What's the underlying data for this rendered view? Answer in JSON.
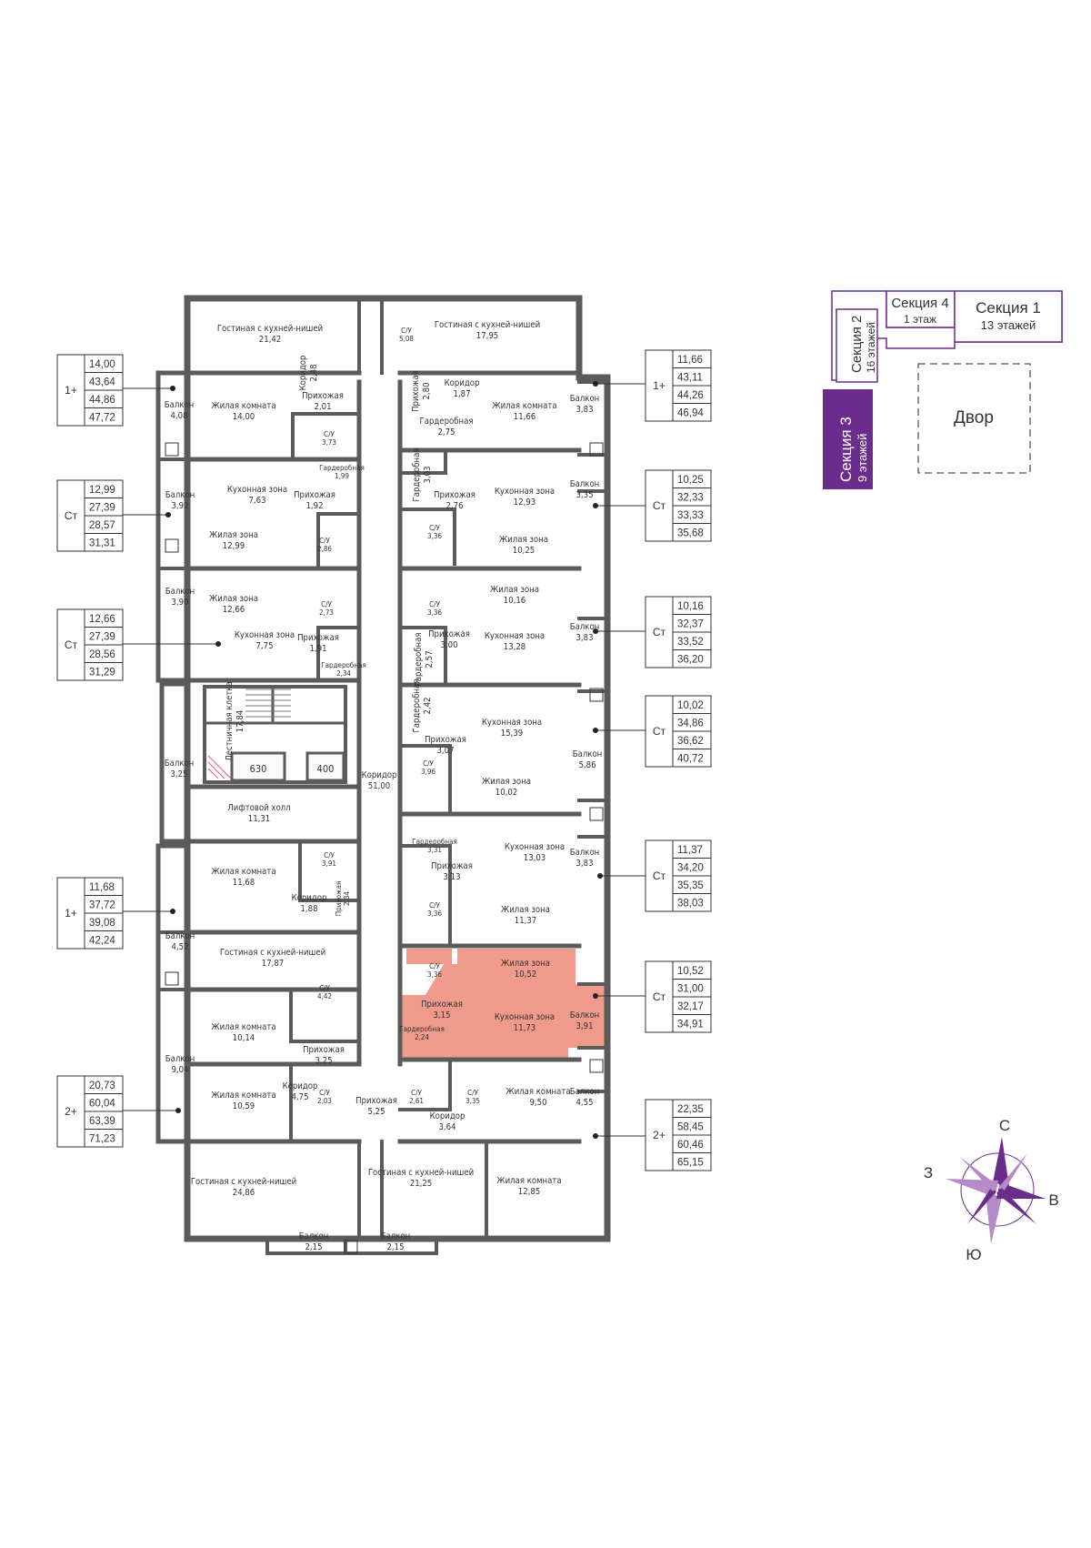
{
  "colors": {
    "wall": "#5b5b5b",
    "highlight": "#ef9a8a",
    "accent": "#6b2d8c",
    "line": "#333333"
  },
  "rooms": [
    {
      "id": "r1",
      "name": "Гостиная с кухней-нишей",
      "area": "21,42"
    },
    {
      "id": "r2",
      "name": "Гостиная с кухней-нишей",
      "area": "17,95"
    },
    {
      "id": "r3",
      "name": "С/У",
      "area": "5,08"
    },
    {
      "id": "r4",
      "name": "Коридор",
      "area": "2,48"
    },
    {
      "id": "r5",
      "name": "Прихожая",
      "area": "2,01"
    },
    {
      "id": "r6",
      "name": "Прихожая",
      "area": "2,80"
    },
    {
      "id": "r7",
      "name": "Коридор",
      "area": "1,87"
    },
    {
      "id": "r8",
      "name": "Гардеробная",
      "area": "2,75"
    },
    {
      "id": "r9",
      "name": "Балкон",
      "area": "4,08"
    },
    {
      "id": "r10",
      "name": "Жилая комната",
      "area": "14,00"
    },
    {
      "id": "r11",
      "name": "С/У",
      "area": "3,73"
    },
    {
      "id": "r12",
      "name": "Жилая комната",
      "area": "11,66"
    },
    {
      "id": "r13",
      "name": "Балкон",
      "area": "3,83"
    },
    {
      "id": "r14",
      "name": "Гардеробная",
      "area": "1,99"
    },
    {
      "id": "r15",
      "name": "Кухонная зона",
      "area": "7,63"
    },
    {
      "id": "r16",
      "name": "Гардеробная",
      "area": "3,03"
    },
    {
      "id": "r17",
      "name": "Прихожая",
      "area": "2,76"
    },
    {
      "id": "r18",
      "name": "Кухонная зона",
      "area": "12,93"
    },
    {
      "id": "r19",
      "name": "Балкон",
      "area": "3,35"
    },
    {
      "id": "r20",
      "name": "Балкон",
      "area": "3,92"
    },
    {
      "id": "r21",
      "name": "Прихожая",
      "area": "1,92"
    },
    {
      "id": "r22",
      "name": "Жилая зона",
      "area": "12,99"
    },
    {
      "id": "r23",
      "name": "С/У",
      "area": "2,86"
    },
    {
      "id": "r24",
      "name": "С/У",
      "area": "3,36"
    },
    {
      "id": "r25",
      "name": "Жилая зона",
      "area": "10,25"
    },
    {
      "id": "r26",
      "name": "Балкон",
      "area": "3,90"
    },
    {
      "id": "r27",
      "name": "Жилая зона",
      "area": "12,66"
    },
    {
      "id": "r28",
      "name": "С/У",
      "area": "2,73"
    },
    {
      "id": "r29",
      "name": "С/У",
      "area": "3,36"
    },
    {
      "id": "r30",
      "name": "Жилая зона",
      "area": "10,16"
    },
    {
      "id": "r31",
      "name": "Кухонная зона",
      "area": "7,75"
    },
    {
      "id": "r32",
      "name": "Прихожая",
      "area": "1,91"
    },
    {
      "id": "r33",
      "name": "Гардеробная",
      "area": "2,34"
    },
    {
      "id": "r34",
      "name": "Прихожая",
      "area": "3,00"
    },
    {
      "id": "r35",
      "name": "Гардеробная",
      "area": "2,57"
    },
    {
      "id": "r36",
      "name": "Кухонная зона",
      "area": "13,28"
    },
    {
      "id": "r37",
      "name": "Балкон",
      "area": "3,83"
    },
    {
      "id": "r38",
      "name": "Лестничная клетка",
      "area": "17,84"
    },
    {
      "id": "r39",
      "name": "Гардеробная",
      "area": "2,42"
    },
    {
      "id": "r40",
      "name": "Кухонная зона",
      "area": "15,39"
    },
    {
      "id": "r41",
      "name": "Балкон",
      "area": "3,25"
    },
    {
      "id": "r42",
      "name": "Прихожая",
      "area": "3,07"
    },
    {
      "id": "r43",
      "name": "Балкон",
      "area": "5,86"
    },
    {
      "id": "r44",
      "name": "Коридор",
      "area": "51,00"
    },
    {
      "id": "r45",
      "name": "С/У",
      "area": "3,96"
    },
    {
      "id": "r46",
      "name": "Жилая зона",
      "area": "10,02"
    },
    {
      "id": "r47",
      "name": "Лифтовой холл",
      "area": "11,31"
    },
    {
      "id": "r48",
      "name": "Гардеробная",
      "area": "3,31"
    },
    {
      "id": "r49",
      "name": "Кухонная зона",
      "area": "13,03"
    },
    {
      "id": "r50",
      "name": "Балкон",
      "area": "3,83"
    },
    {
      "id": "r51",
      "name": "Жилая комната",
      "area": "11,68"
    },
    {
      "id": "r52",
      "name": "С/У",
      "area": "3,91"
    },
    {
      "id": "r53",
      "name": "Прихожая",
      "area": "3,13"
    },
    {
      "id": "r54",
      "name": "Коридор",
      "area": "1,88"
    },
    {
      "id": "r55",
      "name": "Прихожая",
      "area": "2,34"
    },
    {
      "id": "r56",
      "name": "С/У",
      "area": "3,36"
    },
    {
      "id": "r57",
      "name": "Жилая зона",
      "area": "11,37"
    },
    {
      "id": "r58",
      "name": "Балкон",
      "area": "4,52"
    },
    {
      "id": "r59",
      "name": "Гостиная с кухней-нишей",
      "area": "17,87"
    },
    {
      "id": "r60",
      "name": "Жилая зона",
      "area": "10,52"
    },
    {
      "id": "r61",
      "name": "С/У",
      "area": "3,36"
    },
    {
      "id": "r62",
      "name": "Прихожая",
      "area": "3,15"
    },
    {
      "id": "r63",
      "name": "Кухонная зона",
      "area": "11,73"
    },
    {
      "id": "r64",
      "name": "Балкон",
      "area": "3,91"
    },
    {
      "id": "r65",
      "name": "Гардеробная",
      "area": "2,24"
    },
    {
      "id": "r66",
      "name": "С/У",
      "area": "4,42"
    },
    {
      "id": "r67",
      "name": "Жилая комната",
      "area": "10,14"
    },
    {
      "id": "r68",
      "name": "Прихожая",
      "area": "3,25"
    },
    {
      "id": "r69",
      "name": "Балкон",
      "area": "9,04"
    },
    {
      "id": "r70",
      "name": "Жилая комната",
      "area": "10,59"
    },
    {
      "id": "r71",
      "name": "Коридор",
      "area": "4,75"
    },
    {
      "id": "r72",
      "name": "С/У",
      "area": "2,03"
    },
    {
      "id": "r73",
      "name": "Прихожая",
      "area": "5,25"
    },
    {
      "id": "r74",
      "name": "С/У",
      "area": "2,61"
    },
    {
      "id": "r75",
      "name": "С/У",
      "area": "3,35"
    },
    {
      "id": "r76",
      "name": "Жилая комната",
      "area": "9,50"
    },
    {
      "id": "r77",
      "name": "Коридор",
      "area": "3,64"
    },
    {
      "id": "r78",
      "name": "Балкон",
      "area": "4,55"
    },
    {
      "id": "r79",
      "name": "Гостиная с кухней-нишей",
      "area": "24,86"
    },
    {
      "id": "r80",
      "name": "Гостиная с кухней-нишей",
      "area": "21,25"
    },
    {
      "id": "r81",
      "name": "Жилая комната",
      "area": "12,85"
    },
    {
      "id": "r82",
      "name": "Балкон",
      "area": "2,15"
    },
    {
      "id": "r83",
      "name": "Балкон",
      "area": "2,15"
    }
  ],
  "lifts": [
    {
      "id": "lift1",
      "capacity": "630"
    },
    {
      "id": "lift2",
      "capacity": "400"
    }
  ],
  "apartments": [
    {
      "id": "a1",
      "type": "1+",
      "areas": [
        "14,00",
        "43,64",
        "44,86",
        "47,72"
      ]
    },
    {
      "id": "a2",
      "type": "Ст",
      "areas": [
        "12,99",
        "27,39",
        "28,57",
        "31,31"
      ]
    },
    {
      "id": "a3",
      "type": "Ст",
      "areas": [
        "12,66",
        "27,39",
        "28,56",
        "31,29"
      ]
    },
    {
      "id": "a4",
      "type": "1+",
      "areas": [
        "11,68",
        "37,72",
        "39,08",
        "42,24"
      ]
    },
    {
      "id": "a5",
      "type": "2+",
      "areas": [
        "20,73",
        "60,04",
        "63,39",
        "71,23"
      ]
    },
    {
      "id": "a6",
      "type": "1+",
      "areas": [
        "11,66",
        "43,11",
        "44,26",
        "46,94"
      ]
    },
    {
      "id": "a7",
      "type": "Ст",
      "areas": [
        "10,25",
        "32,33",
        "33,33",
        "35,68"
      ]
    },
    {
      "id": "a8",
      "type": "Ст",
      "areas": [
        "10,16",
        "32,37",
        "33,52",
        "36,20"
      ]
    },
    {
      "id": "a9",
      "type": "Ст",
      "areas": [
        "10,02",
        "34,86",
        "36,62",
        "40,72"
      ]
    },
    {
      "id": "a10",
      "type": "Ст",
      "areas": [
        "11,37",
        "34,20",
        "35,35",
        "38,03"
      ]
    },
    {
      "id": "a11",
      "type": "Ст",
      "areas": [
        "10,52",
        "31,00",
        "32,17",
        "34,91"
      ]
    },
    {
      "id": "a12",
      "type": "2+",
      "areas": [
        "22,35",
        "58,45",
        "60,46",
        "65,15"
      ]
    }
  ],
  "site_plan": {
    "sec4_title": "Секция 4",
    "sec4_floors": "1 этаж",
    "sec1_title": "Секция 1",
    "sec1_floors": "13 этажей",
    "sec2_title": "Секция 2",
    "sec2_floors": "16 этажей",
    "sec3_title": "Секция 3",
    "sec3_floors": "9 этажей",
    "yard": "Двор"
  },
  "compass": {
    "n": "С",
    "s": "Ю",
    "e": "В",
    "w": "З"
  }
}
